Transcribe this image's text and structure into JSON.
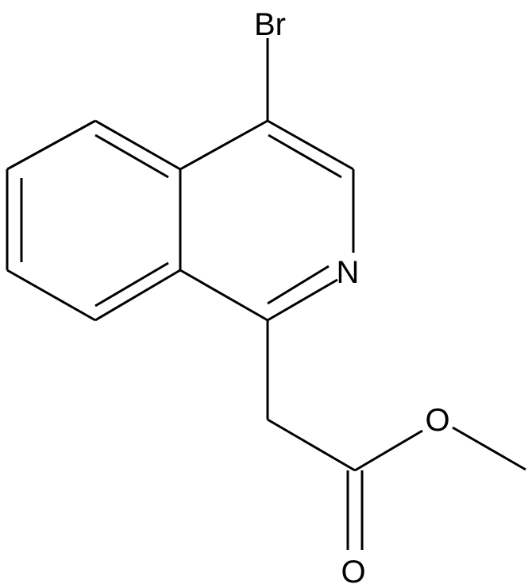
{
  "molecule": {
    "atoms": {
      "bromine": "Br",
      "nitrogen": "N",
      "ester_oxygen": "O",
      "carbonyl_oxygen": "O"
    },
    "colors": {
      "bond": "#000000",
      "label": "#000000",
      "background": "#ffffff"
    }
  }
}
